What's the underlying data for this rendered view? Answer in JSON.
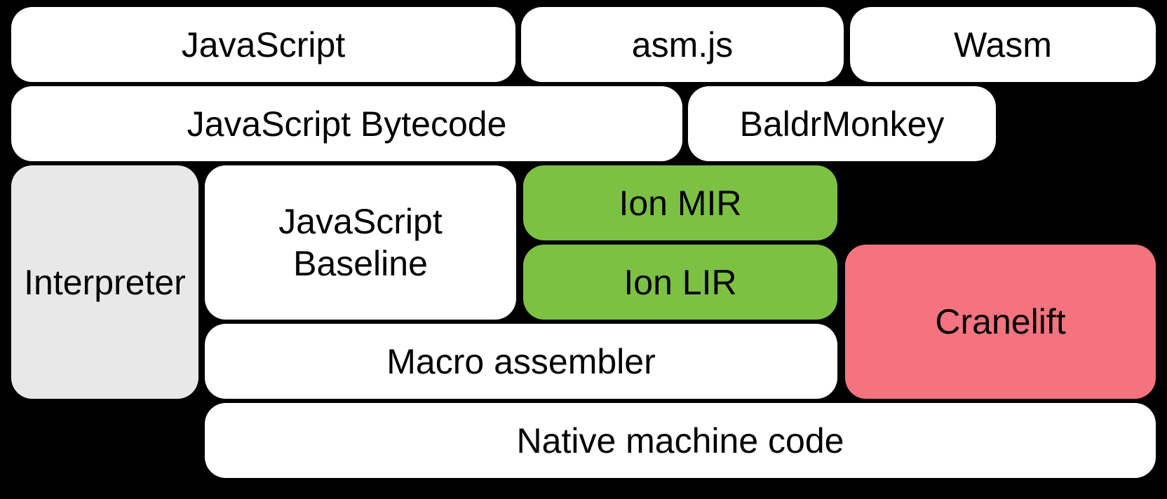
{
  "colors": {
    "background": "#000000",
    "box-white": "#ffffff",
    "box-gray": "#e8e8e8",
    "box-green": "#7cc142",
    "box-pink": "#f4737f",
    "text": "#000000"
  },
  "boxes": {
    "javascript": {
      "label": "JavaScript"
    },
    "asmjs": {
      "label": "asm.js"
    },
    "wasm": {
      "label": "Wasm"
    },
    "bytecode": {
      "label": "JavaScript Bytecode"
    },
    "baldrmonkey": {
      "label": "BaldrMonkey"
    },
    "interpreter": {
      "label": "Interpreter"
    },
    "baseline": {
      "line1": "JavaScript",
      "line2": "Baseline"
    },
    "ion_mir": {
      "label": "Ion MIR"
    },
    "ion_lir": {
      "label": "Ion LIR"
    },
    "cranelift": {
      "label": "Cranelift"
    },
    "macro_assembler": {
      "label": "Macro assembler"
    },
    "native_machine_code": {
      "label": "Native machine code"
    }
  }
}
